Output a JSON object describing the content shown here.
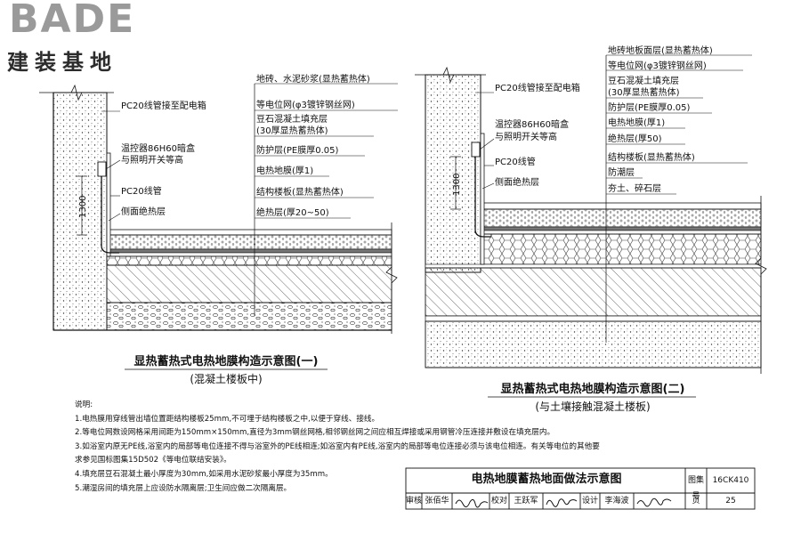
{
  "logo": {
    "word": "BADE",
    "sub": "建装基地"
  },
  "diagram1": {
    "title": "显热蓄热式电热地膜构造示意图(一)",
    "subtitle": "(混凝土楼板中)",
    "labels": {
      "conduit_box": "PC20线管接至配电箱",
      "thermostat_1": "温控器86H60暗盒",
      "thermostat_2": "与照明开关等高",
      "conduit": "PC20线管",
      "side_insulation": "侧面绝热层",
      "dim": "1300"
    },
    "layers": [
      "地砖、水泥砂浆(显热蓄热体)",
      "等电位网(φ3镀锌钢丝网)",
      "豆石混凝土填充层",
      "(30厚显热蓄热体)",
      "防护层(PE膜厚0.05)",
      "电热地膜(厚1)",
      "结构楼板(显热蓄热体)",
      "绝热层(厚20~50)"
    ]
  },
  "diagram2": {
    "title": "显热蓄热式电热地膜构造示意图(二)",
    "subtitle": "(与土壤接触混凝土楼板)",
    "labels": {
      "conduit_box": "PC20线管接至配电箱",
      "thermostat_1": "温控器86H60暗盒",
      "thermostat_2": "与照明开关等高",
      "conduit": "PC20线管",
      "side_insulation": "侧面绝热层",
      "dim": "1300"
    },
    "layers": [
      "地砖地板面层(显热蓄热体)",
      "等电位网(φ3镀锌钢丝网)",
      "豆石混凝土填充层",
      "(30厚显热蓄热体)",
      "防护层(PE膜厚0.05)",
      "电热地膜(厚1)",
      "绝热层(厚50)",
      "结构楼板(显热蓄热体)",
      "防潮层",
      "夯土、碎石层"
    ]
  },
  "notes": [
    "说明:",
    "1.电热膜用穿线管出墙位置距结构楼板25mm,不可埋于结构楼板之中,以便于穿线、接线。",
    "2.等电位网数设网格采用间距为150mm×150mm,直径为3mm钢丝网格,相邻钢丝网之间应相互焊接或采用钢管冷压连接并敷设在填充层内。",
    "3.如浴室内原无PE线,浴室内的局部等电位连接不得与浴室外的PE线相连;如浴室内有PE线,浴室内的局部等电位连接必须与该电位相连。有关等电位的其他要",
    "   求参见国标图集15D502《等电位联结安装》。",
    "4.填充层豆石混凝土最小厚度为30mm,如采用水泥砂浆最小厚度为35mm。",
    "5.潮湿房间的填充层上应设防水隔离层;卫生间应做二次隔离层。"
  ],
  "title_block": {
    "title": "电热地膜蓄热地面做法示意图",
    "atlas_label": "图集号",
    "atlas_no": "16CK410",
    "review_label": "审核",
    "reviewer": "张佰华",
    "check_label": "校对",
    "checker": "王跃军",
    "design_label": "设计",
    "designer": "李海波",
    "page_label": "页",
    "page_no": "25"
  }
}
